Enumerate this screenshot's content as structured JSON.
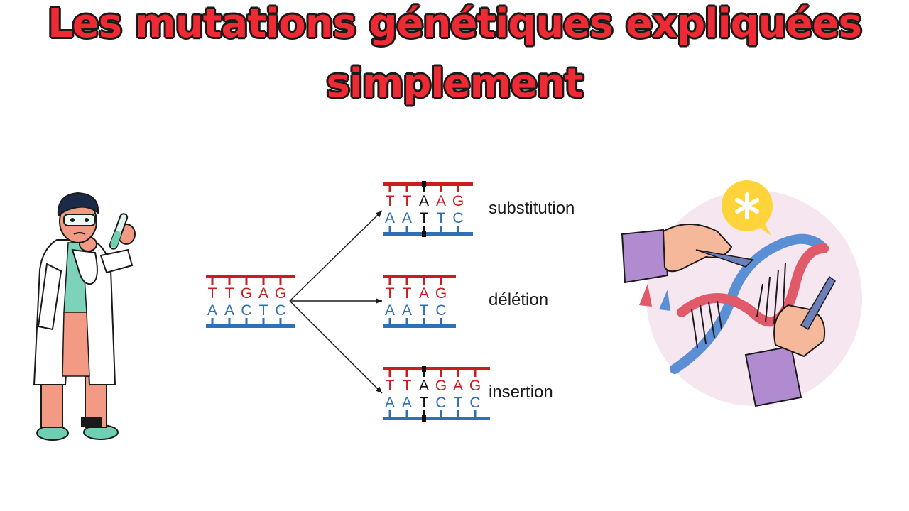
{
  "title": {
    "line1": "Les mutations génétiques expliquées",
    "line2": "simplement"
  },
  "colors": {
    "title_fill": "#ee2a34",
    "strand_top": "#c81e22",
    "strand_bottom": "#2f6fb5",
    "mutation": "#111111"
  },
  "original": {
    "top": [
      "T",
      "T",
      "G",
      "A",
      "G"
    ],
    "bottom": [
      "A",
      "A",
      "C",
      "T",
      "C"
    ]
  },
  "mutations": [
    {
      "label": "substitution",
      "top": [
        "T",
        "T",
        "A",
        "A",
        "G"
      ],
      "bottom": [
        "A",
        "A",
        "T",
        "T",
        "C"
      ],
      "highlight": [
        2
      ]
    },
    {
      "label": "délétion",
      "top": [
        "T",
        "T",
        "A",
        "G"
      ],
      "bottom": [
        "A",
        "A",
        "T",
        "C"
      ],
      "highlight": []
    },
    {
      "label": "insertion",
      "top": [
        "T",
        "T",
        "A",
        "G",
        "A",
        "G"
      ],
      "bottom": [
        "A",
        "A",
        "T",
        "C",
        "T",
        "C"
      ],
      "highlight": [
        2
      ]
    }
  ],
  "illustrations": {
    "left": "scientist-holding-test-tube",
    "right": "hands-cutting-dna-with-scissors"
  }
}
